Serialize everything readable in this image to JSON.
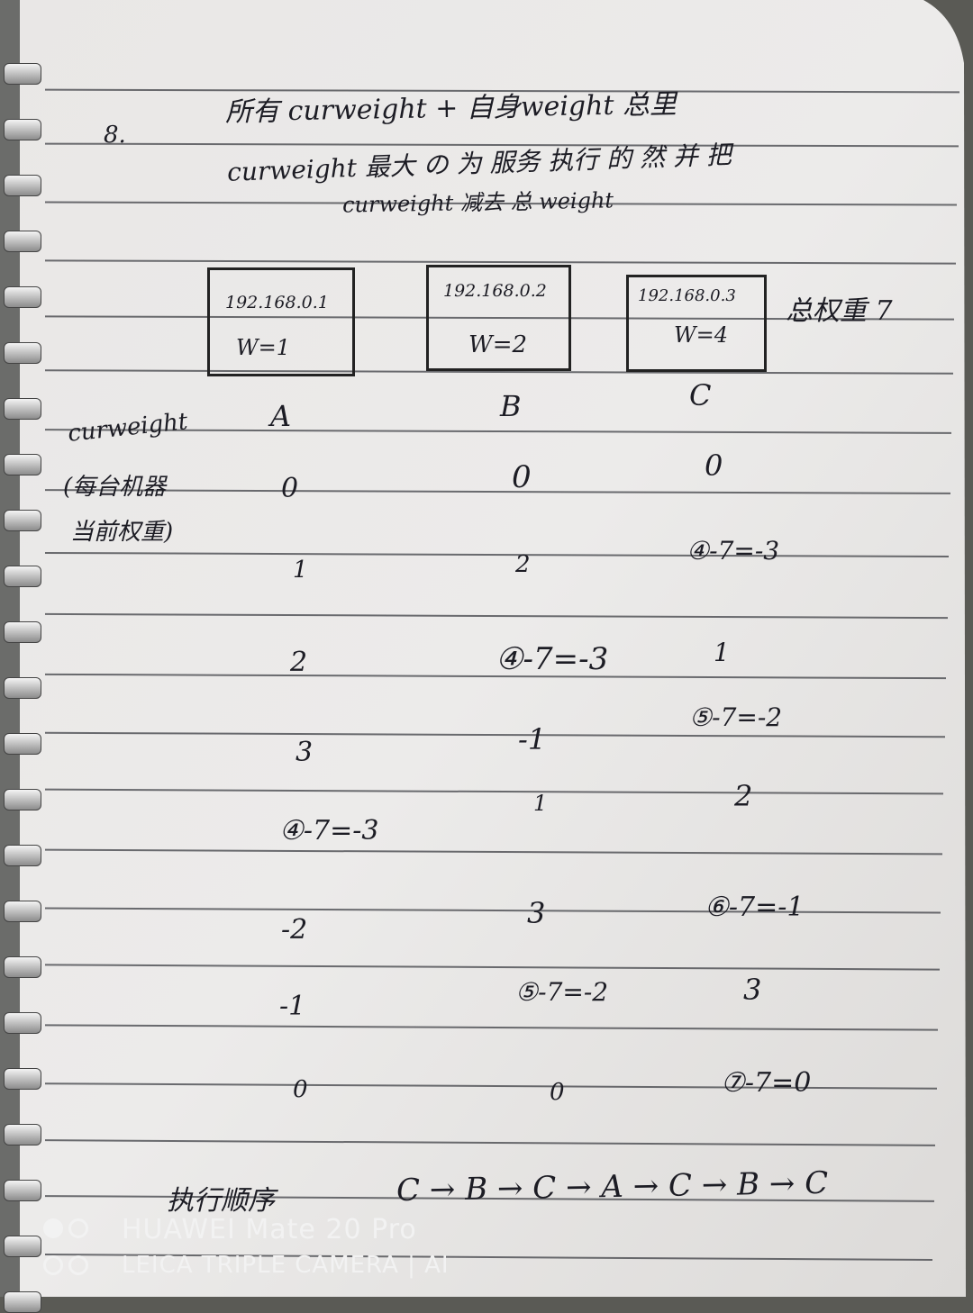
{
  "note": {
    "heading_num": "8.",
    "line1": "所有 curweight + 自身weight 总里",
    "line2": "curweight 最大 の 为 服务 执行 的 然 并 把",
    "line3": "curweight 减去 总 weight",
    "servers": [
      {
        "ip": "192.168.0.1",
        "w": "W=1",
        "col": "A"
      },
      {
        "ip": "192.168.0.2",
        "w": "W=2",
        "col": "B"
      },
      {
        "ip": "192.168.0.3",
        "w": "W=4",
        "col": "C"
      }
    ],
    "total_label": "总权重 7",
    "side_label_1": "curweight",
    "side_label_2": "(每台机器",
    "side_label_3": "当前权重)",
    "rows": [
      [
        "0",
        "0",
        "0"
      ],
      [
        "1",
        "2",
        "④-7=-3"
      ],
      [
        "2",
        "④-7=-3",
        "1"
      ],
      [
        "3",
        "-1",
        "⑤-7=-2"
      ],
      [
        "④-7=-3",
        "1",
        "2"
      ],
      [
        "-2",
        "3",
        "⑥-7=-1"
      ],
      [
        "-1",
        "⑤-7=-2",
        "3"
      ],
      [
        "0",
        "0",
        "⑦-7=0"
      ]
    ],
    "sequence_label": "执行顺序",
    "sequence": "C → B → C → A → C → B → C"
  },
  "watermark": {
    "line1": "HUAWEI Mate 20 Pro",
    "line2": "LEICA TRIPLE CAMERA | AI"
  },
  "colors": {
    "paper": "#eceae8",
    "ink": "#1c1c24",
    "rule": "#3e3f44",
    "background": "#5a5a55"
  }
}
